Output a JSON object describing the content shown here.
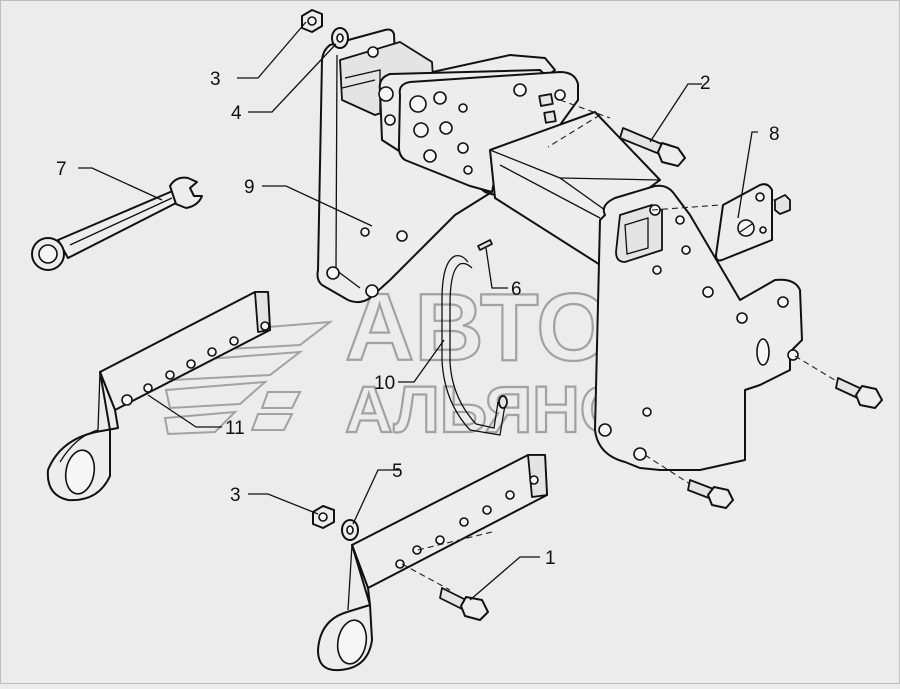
{
  "watermark": {
    "line1": "АВТО",
    "line2": "АЛЬЯНС"
  },
  "callouts": [
    {
      "id": "c1",
      "label": "1"
    },
    {
      "id": "c2",
      "label": "2"
    },
    {
      "id": "c3a",
      "label": "3"
    },
    {
      "id": "c3b",
      "label": "3"
    },
    {
      "id": "c4",
      "label": "4"
    },
    {
      "id": "c5",
      "label": "5"
    },
    {
      "id": "c6",
      "label": "6"
    },
    {
      "id": "c7",
      "label": "7"
    },
    {
      "id": "c8",
      "label": "8"
    },
    {
      "id": "c9",
      "label": "9"
    },
    {
      "id": "c10",
      "label": "10"
    },
    {
      "id": "c11",
      "label": "11"
    }
  ],
  "colors": {
    "background": "#ececec",
    "line": "#111111",
    "watermark": "#9a9a9a"
  }
}
